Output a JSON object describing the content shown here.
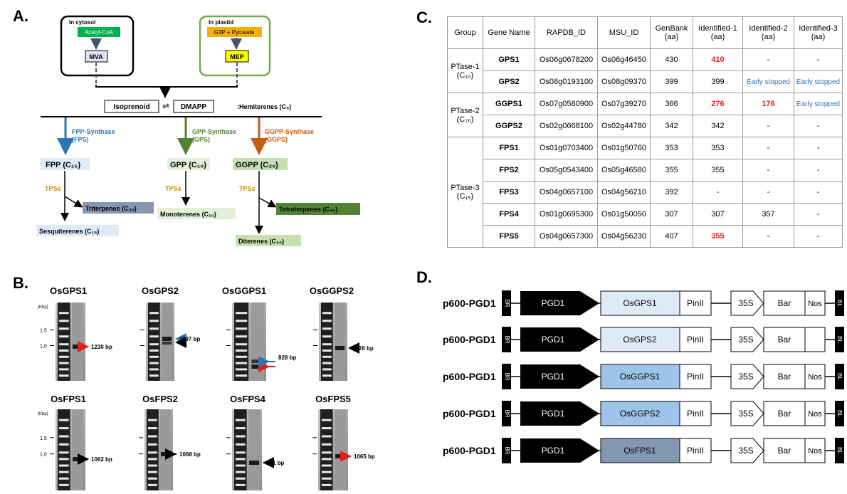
{
  "panels": {
    "a": "A.",
    "b": "B.",
    "c": "C.",
    "d": "D."
  },
  "panelA": {
    "cytosol_label": "In cytosol",
    "acetyl": "Acetyl-CoA",
    "mva": "MVA",
    "plastid_label": "In plastid",
    "g3p": "G3P + Pyruvate",
    "mep": "MEP",
    "isoprenoid": "Isoprenoid",
    "dmapp": "DMAPP",
    "hemiterenes": ":Hemiterenes (C₅)",
    "fpps_line1": "FPP-Synthase",
    "fpps_line2": "(FPS)",
    "gpps_line1": "GPP-Synthase",
    "gpps_line2": "(GPS)",
    "ggpps_line1": "GGPP-Synthase",
    "ggpps_line2": "(GGPS)",
    "fpp": "FPP (C₁₅)",
    "gpp": "GPP (C₁₀)",
    "ggpp": "GGPP (C₂₀)",
    "tps": "TPSs",
    "triterpenes": "Triterpenes (C₃₀)",
    "sesquiterenes": "Sesquiterenes (C₁₅)",
    "monoterenes": "Monoterenes (C₁₀)",
    "tetraterpenes": "Tetraterpenes (C₄₀)",
    "diterenes": "Diterenes (C₂₀)",
    "colors": {
      "fps": "#2e75b6",
      "gps": "#548235",
      "ggps": "#c55a11",
      "tps": "#bf9000",
      "acetyl": "#00b050",
      "g3p": "#f4b000",
      "mep": "#ffff00"
    }
  },
  "panelB": {
    "kbp": "(Kbp)",
    "tick15": "1.5",
    "tick10": "1.0",
    "gels": [
      {
        "name": "OsGPS1",
        "band": "1230 bp"
      },
      {
        "name": "OsGPS2",
        "band": "1197 bp"
      },
      {
        "name": "OsGGPS1",
        "band": "828 bp"
      },
      {
        "name": "OsGGPS2",
        "band": "1026 bp"
      },
      {
        "name": "OsFPS1",
        "band": "1062 bp"
      },
      {
        "name": "OsFPS2",
        "band": "1068 bp"
      },
      {
        "name": "OsFPS4",
        "band": "921 bp"
      },
      {
        "name": "OsFPS5",
        "band": "1065 bp"
      }
    ]
  },
  "panelC": {
    "headers": [
      "Group",
      "Gene Name",
      "RAPDB_ID",
      "MSU_ID",
      "GenBank",
      "Identified-1",
      "Identified-2",
      "Identified-3"
    ],
    "unit": "(aa)",
    "groups": [
      {
        "name": "PTase-1",
        "sub": "(C₁₀)"
      },
      {
        "name": "PTase-2",
        "sub": "(C₂₀)"
      },
      {
        "name": "PTase-3",
        "sub": "(C₁₅)"
      }
    ],
    "rows": [
      {
        "gene": "GPS1",
        "rap": "Os06g0678200",
        "msu": "Os06g46450",
        "gb": "430",
        "i1": "410",
        "i2": "-",
        "i3": "-"
      },
      {
        "gene": "GPS2",
        "rap": "Os08g0193100",
        "msu": "Os08g09370",
        "gb": "399",
        "i1": "399",
        "i2": "Early stopped",
        "i3": "Early stopped"
      },
      {
        "gene": "GGPS1",
        "rap": "Os07g0580900",
        "msu": "Os07g39270",
        "gb": "366",
        "i1": "276",
        "i2": "176",
        "i3": "Early stopped"
      },
      {
        "gene": "GGPS2",
        "rap": "Os02g0668100",
        "msu": "Os02g44780",
        "gb": "342",
        "i1": "342",
        "i2": "-",
        "i3": "-"
      },
      {
        "gene": "FPS1",
        "rap": "Os01g0703400",
        "msu": "Os01g50760",
        "gb": "353",
        "i1": "353",
        "i2": "-",
        "i3": "-"
      },
      {
        "gene": "FPS2",
        "rap": "Os05g0543400",
        "msu": "Os05g46580",
        "gb": "355",
        "i1": "355",
        "i2": "-",
        "i3": "-"
      },
      {
        "gene": "FPS3",
        "rap": "Os04g0657100",
        "msu": "Os04g56210",
        "gb": "392",
        "i1": "-",
        "i2": "-",
        "i3": "-"
      },
      {
        "gene": "FPS4",
        "rap": "Os01g0695300",
        "msu": "Os01g50050",
        "gb": "307",
        "i1": "307",
        "i2": "357",
        "i3": "-"
      },
      {
        "gene": "FPS5",
        "rap": "Os04g0657300",
        "msu": "Os04g56230",
        "gb": "407",
        "i1": "355",
        "i2": "-",
        "i3": "-"
      }
    ]
  },
  "panelD": {
    "constructs": [
      {
        "name": "p600-PGD1",
        "gene": "OsGPS1",
        "nos": "Nos"
      },
      {
        "name": "p600-PGD1",
        "gene": "OsGPS2",
        "nos": ""
      },
      {
        "name": "p600-PGD1",
        "gene": "OsGGPS1",
        "nos": "Nos"
      },
      {
        "name": "p600-PGD1",
        "gene": "OsGGPS2",
        "nos": "Nos"
      },
      {
        "name": "p600-PGD1",
        "gene": "OsFPS1",
        "nos": "Nos"
      }
    ],
    "br": "BR",
    "bl": "BL",
    "pgd1": "PGD1",
    "pinII": "PinII",
    "s35": "35S",
    "bar": "Bar",
    "gene_colors": [
      "#deebf7",
      "#deebf7",
      "#9dc3e6",
      "#9dc3e6",
      "#8497b0"
    ]
  }
}
